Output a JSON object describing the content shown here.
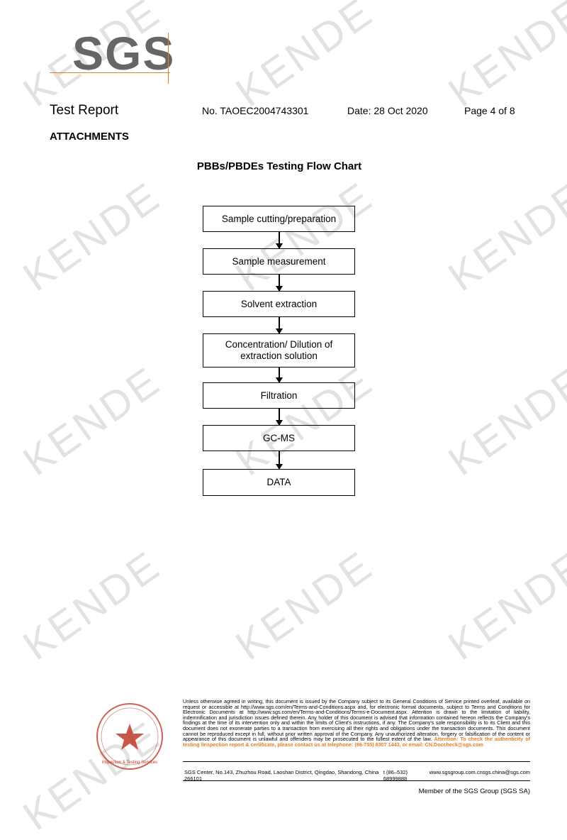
{
  "watermark": "KENDE",
  "logo": {
    "text": "SGS",
    "accent_color": "#e67e22"
  },
  "header": {
    "title": "Test Report",
    "report_no": "No. TAOEC2004743301",
    "date": "Date: 28 Oct 2020",
    "page": "Page 4 of 8"
  },
  "section": "ATTACHMENTS",
  "flowchart": {
    "title": "PBBs/PBDEs Testing Flow Chart",
    "steps": [
      "Sample cutting/preparation",
      "Sample measurement",
      "Solvent extraction",
      "Concentration/ Dilution of extraction solution",
      "Filtration",
      "GC-MS",
      "DATA"
    ]
  },
  "footer": {
    "disclaimer": "Unless otherwise agreed in writing, this document is issued by the Company subject to its General Conditions of Service printed overleaf, available on request or accessible at http://www.sgs.com/en/Terms-and-Conditions.aspx and, for electronic format documents, subject to Terms and Conditions for Electronic Documents at http://www.sgs.com/en/Terms-and-Conditions/Terms-e-Document.aspx. Attention is drawn to the limitation of liability, indemnification and jurisdiction issues defined therein. Any holder of this document is advised that information contained hereon reflects the Company's findings at the time of its intervention only and within the limits of Client's instructions, if any. The Company's sole responsibility is to its Client and this document does not exonerate parties to a transaction from exercising all their rights and obligations under the transaction documents. This document cannot be reproduced except in full, without prior written approval of the Company. Any unauthorized alteration, forgery or falsification of the content or appearance of this document is unlawful and offenders may be prosecuted to the fullest extent of the law.",
    "attention": "Attention: To check the authenticity of testing /inspection report & certificate, please contact us at telephone: (86-755) 8307 1443, or email: CN.Doccheck@sgs.com",
    "address": "SGS Center, No.143, Zhuzhou Road, Laoshan District, Qingdao, Shandong, China 266101",
    "phone": "t (86–532) 68999888",
    "website": "www.sgsgroup.com.cn",
    "email": "sgs.china@sgs.com",
    "member": "Member of the SGS Group (SGS SA)",
    "stamp_caption": "Inspection & Testing Services"
  }
}
